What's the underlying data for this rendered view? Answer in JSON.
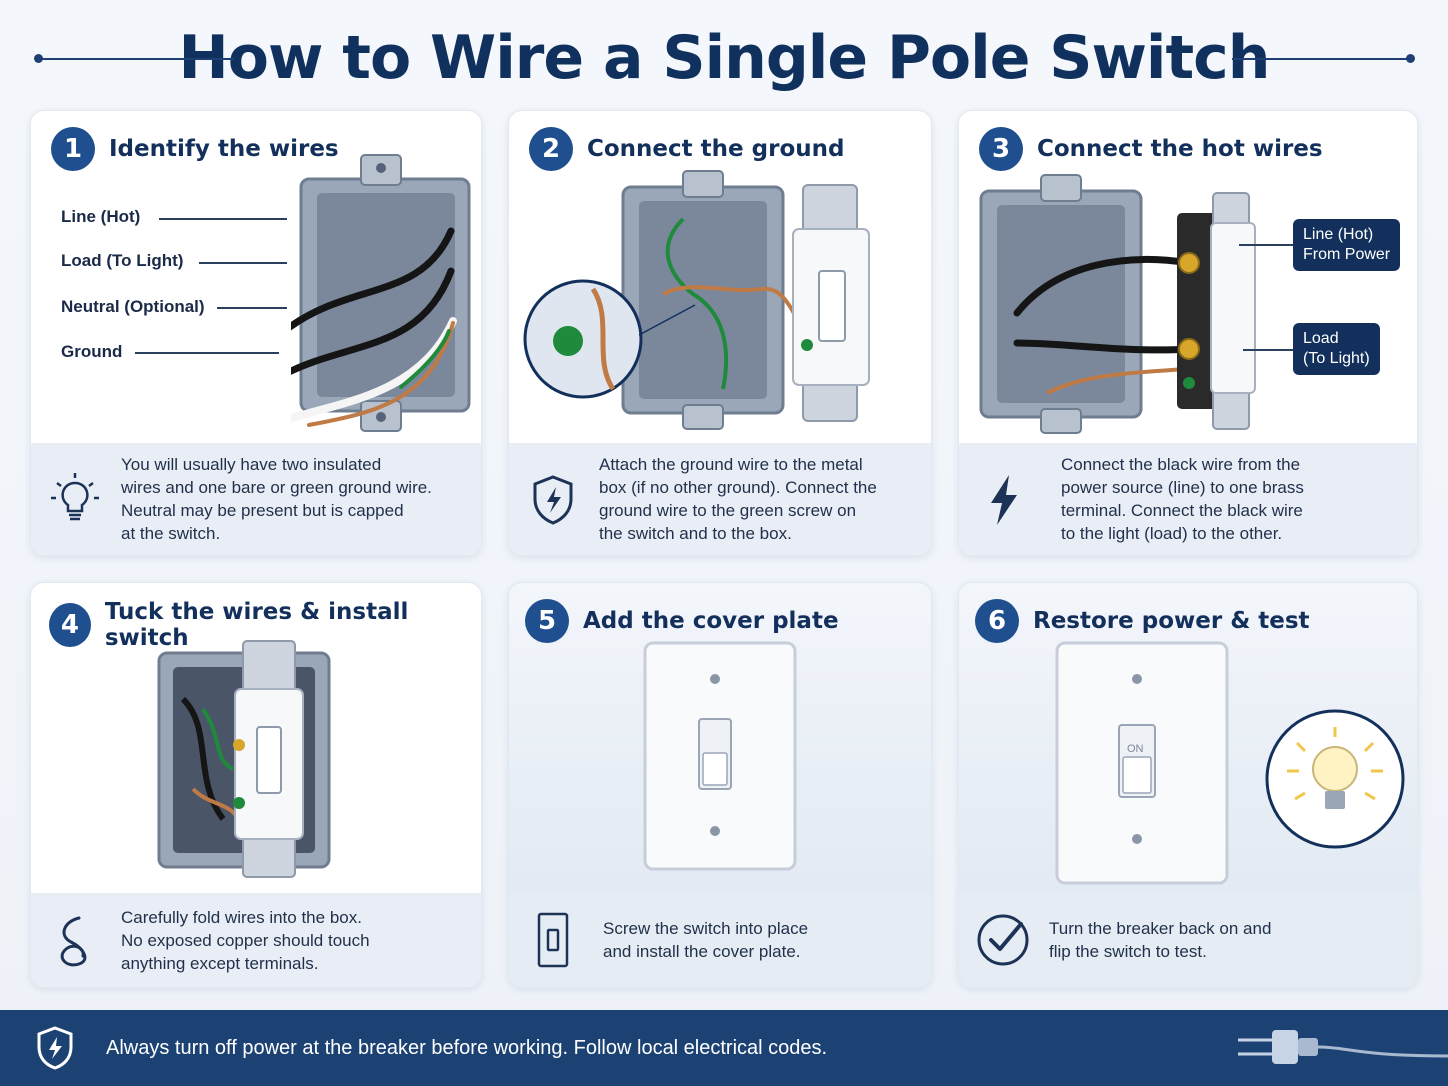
{
  "title": "How to Wire a Single Pole Switch",
  "steps": [
    {
      "num": "1",
      "title": "Identify the wires",
      "labels": [
        "Line (Hot)",
        "Load (To Light)",
        "Neutral (Optional)",
        "Ground"
      ],
      "text": [
        "You will usually have two insulated",
        "wires and one bare or green ground wire.",
        "Neutral may be present but is capped",
        "at the switch."
      ],
      "icon": "lightbulb-icon"
    },
    {
      "num": "2",
      "title": "Connect the ground",
      "text": [
        "Attach the ground wire to the metal",
        "box (if no other ground). Connect the",
        "ground wire to the green screw on",
        "the switch and to the box."
      ],
      "icon": "shield-bolt-icon"
    },
    {
      "num": "3",
      "title": "Connect the hot wires",
      "tags": [
        {
          "line1": "Line (Hot)",
          "line2": "From Power"
        },
        {
          "line1": "Load",
          "line2": "(To Light)"
        }
      ],
      "text": [
        "Connect the black wire from the",
        "power source (line) to one brass",
        "terminal. Connect the black wire",
        "to the light (load) to the other."
      ],
      "icon": "lightning-bolt-icon"
    },
    {
      "num": "4",
      "title": "Tuck the wires & install switch",
      "text": [
        "Carefully fold wires into the box.",
        "No exposed copper should touch",
        "anything except terminals."
      ],
      "icon": "coiled-wire-icon"
    },
    {
      "num": "5",
      "title": "Add the cover plate",
      "text": [
        "Screw the switch into place",
        "and install the cover plate."
      ],
      "icon": "switch-plate-icon"
    },
    {
      "num": "6",
      "title": "Restore power & test",
      "switch_label": "ON",
      "text": [
        "Turn the breaker back on and",
        "flip the switch to test."
      ],
      "icon": "check-circle-icon"
    }
  ],
  "footer": {
    "text": "Always turn off power at the breaker before working. Follow local electrical codes.",
    "icon": "shield-bolt-icon"
  },
  "colors": {
    "navy": "#12305b",
    "accent": "#1f4f8f",
    "footer_bg": "#1c4274",
    "panel_bg": "#e9eef6",
    "copper": "#c07a45",
    "ground_green": "#1f8a3b",
    "brass": "#d9a62c"
  }
}
